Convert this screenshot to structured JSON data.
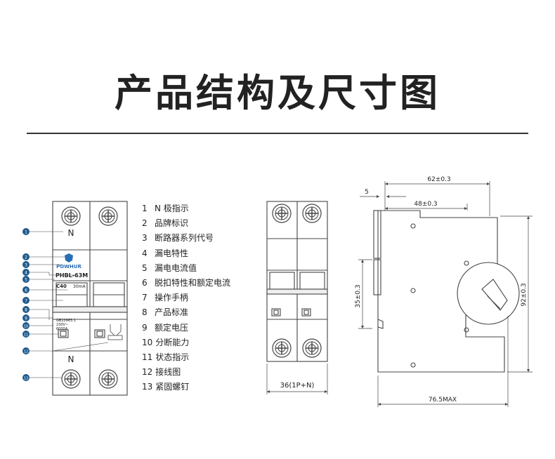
{
  "title": "产品结构及尺寸图",
  "breaker_front": {
    "pole_n_label": "N",
    "pole_n_label_bottom": "N",
    "brand": "POWHUR",
    "model": "PHBL-63M",
    "rated_current": "C40",
    "residual_current": "30mA",
    "standard": "GB10963.1",
    "voltage": "230V~",
    "breaking_capacity": "6000A",
    "callouts": [
      "1",
      "2",
      "3",
      "4",
      "5",
      "6",
      "7",
      "8",
      "9",
      "10",
      "11",
      "12",
      "13"
    ]
  },
  "legend": [
    {
      "num": "1",
      "text": "N 极指示"
    },
    {
      "num": "2",
      "text": "品牌标识"
    },
    {
      "num": "3",
      "text": "断路器系列代号"
    },
    {
      "num": "4",
      "text": "漏电特性"
    },
    {
      "num": "5",
      "text": "漏电电流值"
    },
    {
      "num": "6",
      "text": "脱扣特性和额定电流"
    },
    {
      "num": "7",
      "text": "操作手柄"
    },
    {
      "num": "8",
      "text": "产品标准"
    },
    {
      "num": "9",
      "text": "额定电压"
    },
    {
      "num": "10",
      "text": "分断能力"
    },
    {
      "num": "11",
      "text": "状态指示"
    },
    {
      "num": "12",
      "text": "接线图"
    },
    {
      "num": "13",
      "text": "紧固螺钉"
    }
  ],
  "dimensions": {
    "width_label": "36(1P+N)",
    "top_62": "62±0.3",
    "top_5": "5",
    "top_48": "48±0.3",
    "height_35": "35±0.3",
    "height_92": "92±0.3",
    "bottom_765": "76.5MAX"
  },
  "colors": {
    "line": "#444444",
    "callout": "#1f5a8c",
    "brand": "#2a6db3"
  }
}
